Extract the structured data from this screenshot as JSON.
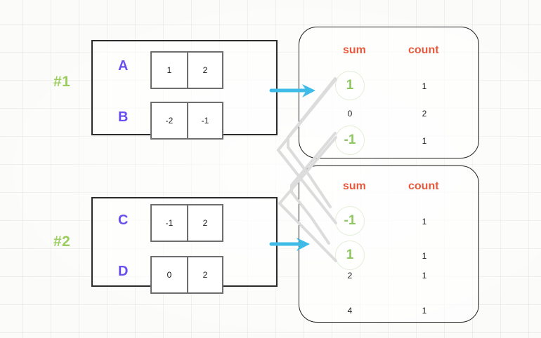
{
  "groups": [
    {
      "label": "#1",
      "rows": [
        {
          "letter": "A",
          "cells": [
            "1",
            "2"
          ]
        },
        {
          "letter": "B",
          "cells": [
            "-2",
            "-1"
          ]
        }
      ]
    },
    {
      "label": "#2",
      "rows": [
        {
          "letter": "C",
          "cells": [
            "-1",
            "2"
          ]
        },
        {
          "letter": "D",
          "cells": [
            "0",
            "2"
          ]
        }
      ]
    }
  ],
  "results": [
    {
      "headers": {
        "sum": "sum",
        "count": "count"
      },
      "rows": [
        {
          "sum": "1",
          "count": "1",
          "highlighted": true
        },
        {
          "sum": "0",
          "count": "2",
          "highlighted": false
        },
        {
          "sum": "-1",
          "count": "1",
          "highlighted": true
        }
      ]
    },
    {
      "headers": {
        "sum": "sum",
        "count": "count"
      },
      "rows": [
        {
          "sum": "-1",
          "count": "1",
          "highlighted": true
        },
        {
          "sum": "1",
          "count": "1",
          "highlighted": true
        },
        {
          "sum": "2",
          "count": "1",
          "highlighted": false
        },
        {
          "sum": "4",
          "count": "1",
          "highlighted": false
        }
      ]
    }
  ],
  "colors": {
    "group_label": "#9acd5e",
    "row_letter": "#6a4ff0",
    "column_header": "#e8593e",
    "highlight_value": "#8dc861",
    "arrow": "#3fbbe8",
    "connector": "#dcdcdc",
    "background": "#fbfbf9"
  },
  "arrows": [
    {
      "name": "arrow-group-1-to-result-1"
    },
    {
      "name": "arrow-group-2-to-result-2"
    }
  ]
}
